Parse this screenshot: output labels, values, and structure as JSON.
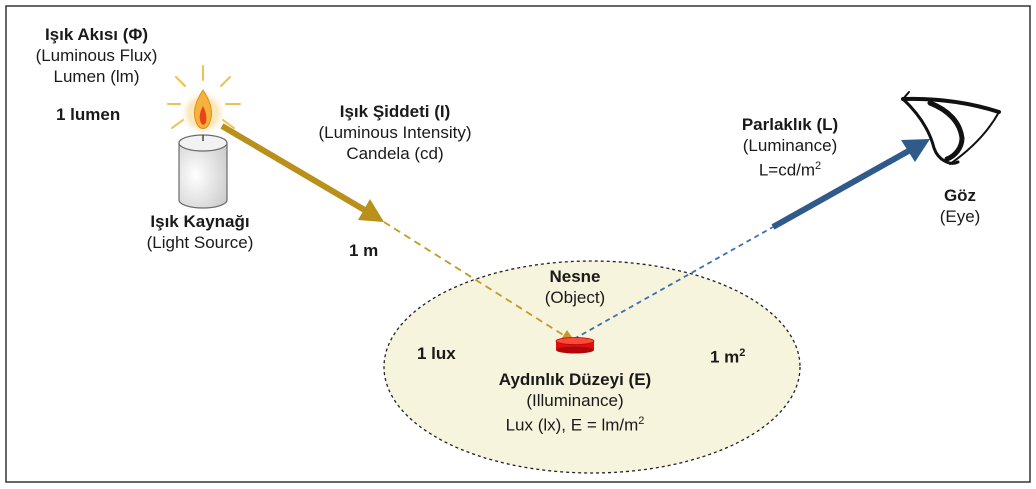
{
  "flux": {
    "title": "Işık Akısı (Φ)",
    "subtitle": "(Luminous Flux)",
    "unit": "Lumen (lm)",
    "value_label": "1 lumen"
  },
  "source": {
    "title": "Işık Kaynağı",
    "subtitle": "(Light Source)"
  },
  "intensity": {
    "title": "Işık Şiddeti (I)",
    "subtitle": "(Luminous Intensity)",
    "unit": "Candela (cd)",
    "distance_label": "1 m"
  },
  "object": {
    "title": "Nesne",
    "subtitle": "(Object)"
  },
  "illuminance": {
    "lux_label": "1 lux",
    "area_label": "1 m",
    "area_sup": "2",
    "title": "Aydınlık Düzeyi (E)",
    "subtitle": "(Illuminance)",
    "unit_text": "Lux (lx), E = lm/m",
    "unit_sup": "2"
  },
  "luminance": {
    "title": "Parlaklık (L)",
    "subtitle": "(Luminance)",
    "unit_text": "L=cd/m",
    "unit_sup": "2"
  },
  "eye": {
    "title": "Göz",
    "subtitle": "(Eye)"
  },
  "colors": {
    "gold_arrow": "#b8901a",
    "blue_arrow": "#2f5a8a",
    "ellipse_fill": "#f6f4dc",
    "object_red": "#e01010",
    "flame_glow": "#f3c36a"
  }
}
